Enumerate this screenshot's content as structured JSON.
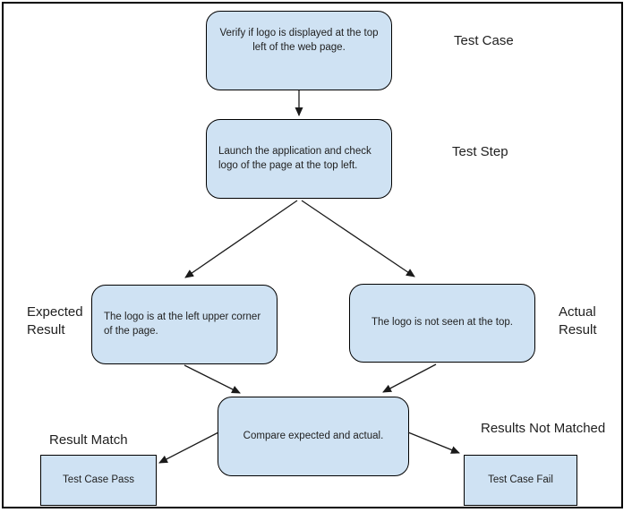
{
  "colors": {
    "node_fill": "#cfe2f3",
    "node_border": "#000000",
    "arrow": "#1a1a1a",
    "text": "#212121",
    "frame_border": "#000000",
    "background": "#ffffff"
  },
  "nodes": {
    "test_case": {
      "text": "Verify if logo is displayed at the top left of the web page."
    },
    "test_step": {
      "text": "Launch the application and check logo of the page at the top left."
    },
    "expected_result": {
      "text": "The logo is at the left upper corner of the page."
    },
    "actual_result": {
      "text": "The logo is not seen at the top."
    },
    "compare": {
      "text": "Compare expected and actual."
    },
    "pass": {
      "text": "Test Case Pass"
    },
    "fail": {
      "text": "Test Case Fail"
    }
  },
  "labels": {
    "test_case": "Test Case",
    "test_step": "Test Step",
    "expected_result": "Expected Result",
    "actual_result": "Actual Result",
    "result_match": "Result Match",
    "results_not_matched": "Results Not Matched"
  },
  "edges": [
    {
      "from": "test_case",
      "to": "test_step"
    },
    {
      "from": "test_step",
      "to": "expected_result"
    },
    {
      "from": "test_step",
      "to": "actual_result"
    },
    {
      "from": "expected_result",
      "to": "compare"
    },
    {
      "from": "actual_result",
      "to": "compare"
    },
    {
      "from": "compare",
      "to": "pass"
    },
    {
      "from": "compare",
      "to": "fail"
    }
  ]
}
